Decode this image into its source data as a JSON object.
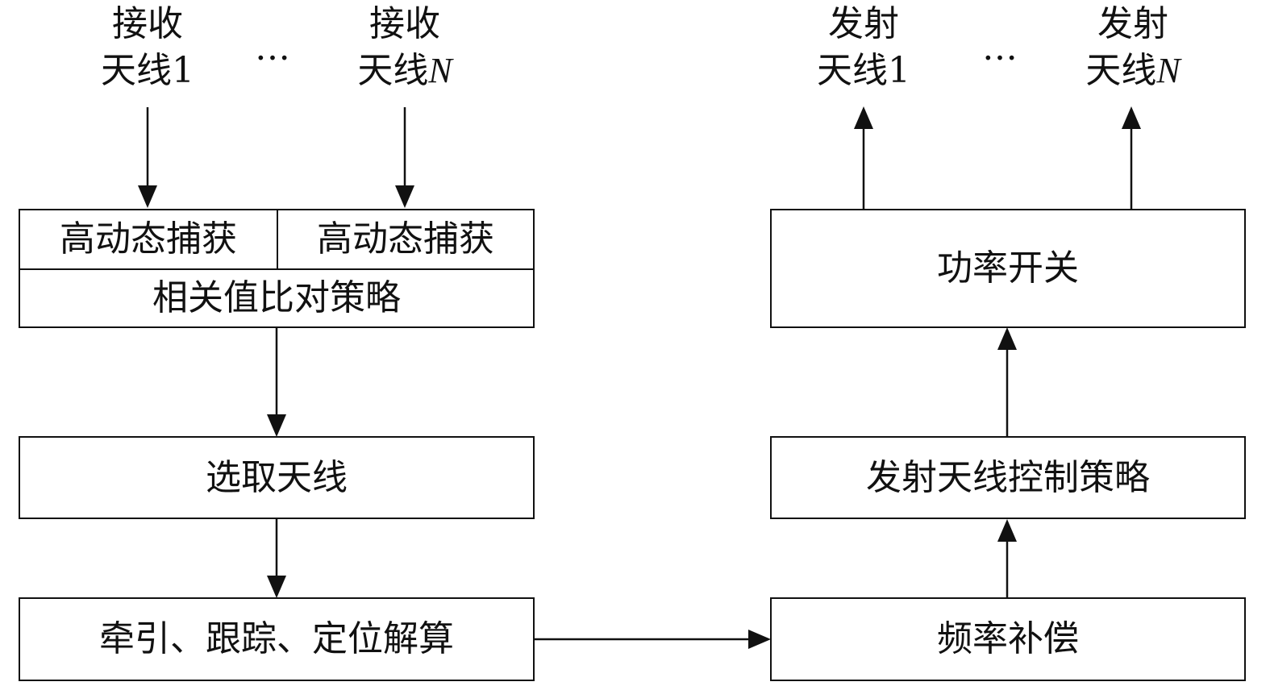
{
  "rx_antennas": [
    {
      "line1": "接收",
      "line2": "天线",
      "suffix": "1"
    },
    {
      "line1": "接收",
      "line2": "天线",
      "suffix": "N"
    }
  ],
  "tx_antennas": [
    {
      "line1": "发射",
      "line2": "天线",
      "suffix": "1"
    },
    {
      "line1": "发射",
      "line2": "天线",
      "suffix": "N"
    }
  ],
  "ellipsis": "…",
  "left_column": {
    "capture_1": "高动态捕获",
    "capture_2": "高动态捕获",
    "correlation_strategy": "相关值比对策略",
    "select_antenna": "选取天线",
    "positioning": "牵引、跟踪、定位解算"
  },
  "right_column": {
    "power_switch": "功率开关",
    "tx_control_strategy": "发射天线控制策略",
    "frequency_compensation": "频率补偿"
  }
}
